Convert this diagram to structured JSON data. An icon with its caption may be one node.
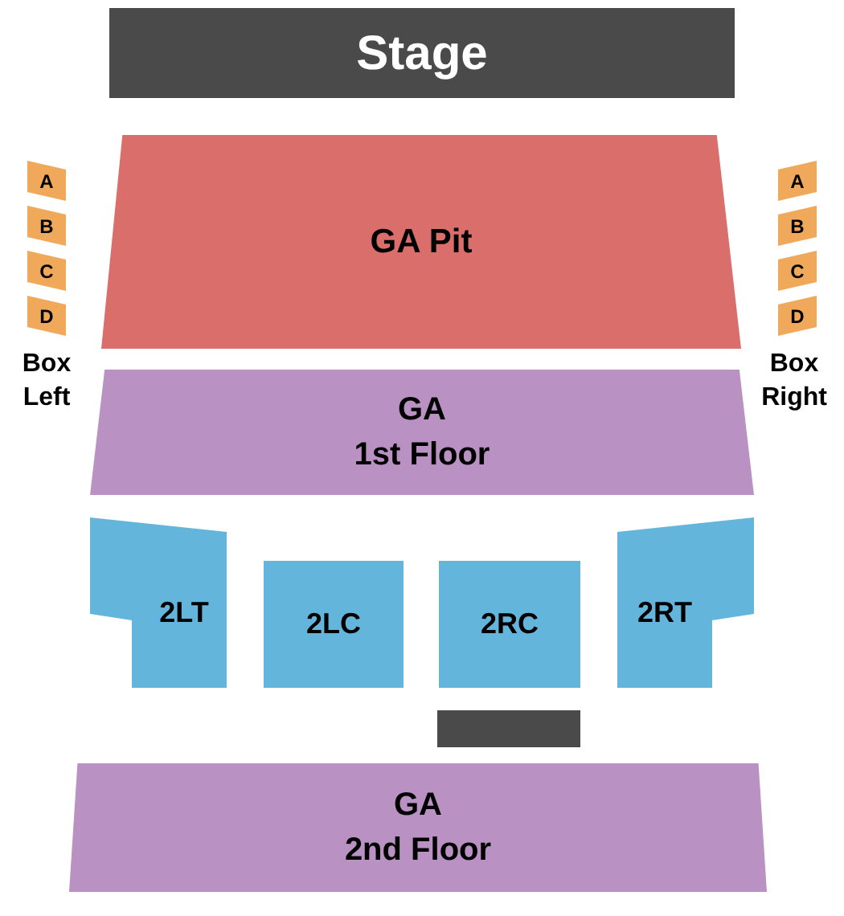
{
  "diagram": {
    "nodes": [
      {
        "text": [
          "Stage"
        ]
      },
      {
        "text": [
          "GA Pit"
        ]
      },
      {
        "text": [
          "GA",
          "1st Floor"
        ]
      },
      {
        "text": [
          "2LT"
        ]
      },
      {
        "text": [
          "2LC"
        ]
      },
      {
        "text": [
          "2RC"
        ]
      },
      {
        "text": [
          "2RT"
        ]
      },
      {
        "text": [],
        "shape": "bar"
      },
      {
        "text": [
          "GA",
          "2nd Floor"
        ]
      },
      {
        "text": [
          "A"
        ]
      },
      {
        "text": [
          "B"
        ]
      },
      {
        "text": [
          "C"
        ]
      },
      {
        "text": [
          "D"
        ]
      },
      {
        "text": [
          "A"
        ]
      },
      {
        "text": [
          "B"
        ]
      },
      {
        "text": [
          "C"
        ]
      },
      {
        "text": [
          "D"
        ]
      }
    ],
    "labels": [
      "Box Left",
      "Box Right"
    ]
  }
}
